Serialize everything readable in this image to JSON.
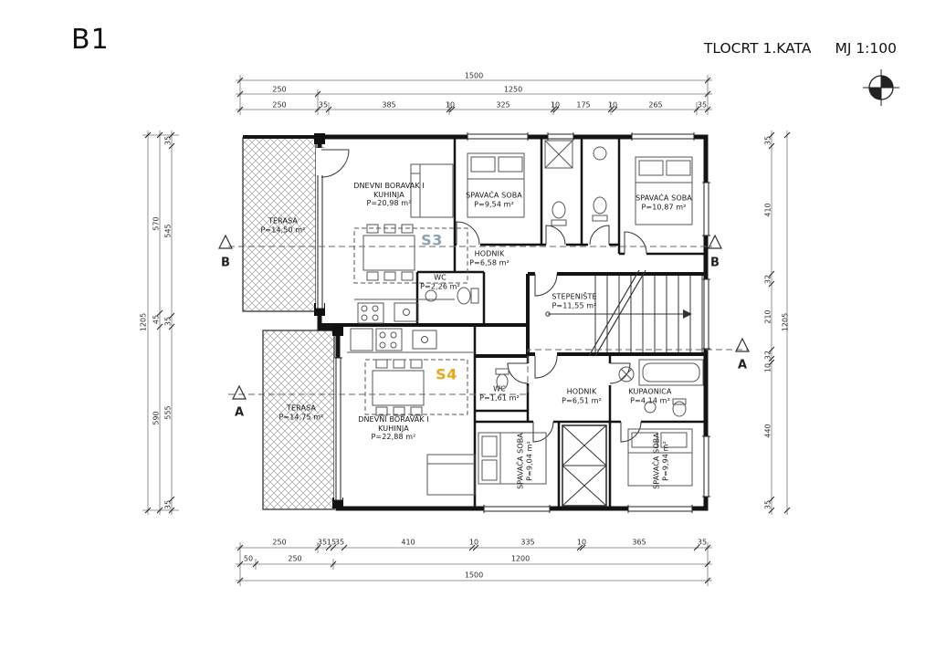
{
  "header": {
    "sheet": "B1",
    "title": "TLOCRT 1.KATA",
    "scale": "MJ 1:100"
  },
  "colors": {
    "s3": "#8aa2b2",
    "s4": "#e9a718",
    "ink": "#1a1a1a",
    "hatch": "#b0b0b0"
  },
  "units": {
    "s3": "S3",
    "s4": "S4"
  },
  "rooms": {
    "terasa1": {
      "name": "TERASA",
      "area": "P=14,50 m²"
    },
    "dnevni1": {
      "name": "DNEVNI BORAVAK I KUHINJA",
      "area": "P=20,98 m²"
    },
    "spavaca1": {
      "name": "SPAVAĆA SOBA",
      "area": "P=9,54 m²"
    },
    "spavaca2": {
      "name": "SPAVAĆA SOBA",
      "area": "P=10,87 m²"
    },
    "hodnik1": {
      "name": "HODNIK",
      "area": "P=6,58 m²"
    },
    "wc1": {
      "name": "WC",
      "area": "P=2,26 m²"
    },
    "stepeniste": {
      "name": "STEPENIŠTE",
      "area": "P=11,55 m²"
    },
    "terasa2": {
      "name": "TERASA",
      "area": "P=14,75 m²"
    },
    "dnevni2": {
      "name": "DNEVNI BORAVAK I KUHINJA",
      "area": "P=22,88 m²"
    },
    "wc2": {
      "name": "WC",
      "area": "P=1,61 m²"
    },
    "hodnik2": {
      "name": "HODNIK",
      "area": "P=6,51 m²"
    },
    "kupaonica": {
      "name": "KUPAONICA",
      "area": "P=4,14 m²"
    },
    "spavaca3": {
      "name": "SPAVAĆA SOBA",
      "area": "P=9,04 m²"
    },
    "spavaca4": {
      "name": "SPAVAĆA SOBA",
      "area": "P=9,94 m²"
    }
  },
  "dims": {
    "top1": [
      "1500"
    ],
    "top2": [
      "250",
      "1250"
    ],
    "top3": [
      "250",
      "35",
      "385",
      "10",
      "325",
      "10",
      "175",
      "10",
      "265",
      "35"
    ],
    "left_outer": [
      "1205"
    ],
    "left_mid": [
      "570",
      "45",
      "590"
    ],
    "left_inner": [
      "35",
      "545",
      "35",
      "555",
      "35"
    ],
    "right_inner": [
      "35",
      "410",
      "32",
      "210",
      "32",
      "10",
      "440",
      "35"
    ],
    "right_outer": [
      "1205"
    ],
    "bottom1": [
      "250",
      "35",
      "15",
      "35",
      "410",
      "10",
      "335",
      "10",
      "365",
      "35"
    ],
    "bottom2": [
      "50",
      "250",
      "1200"
    ],
    "bottom3": [
      "1500"
    ]
  },
  "sections": {
    "a": "A",
    "b": "B"
  }
}
